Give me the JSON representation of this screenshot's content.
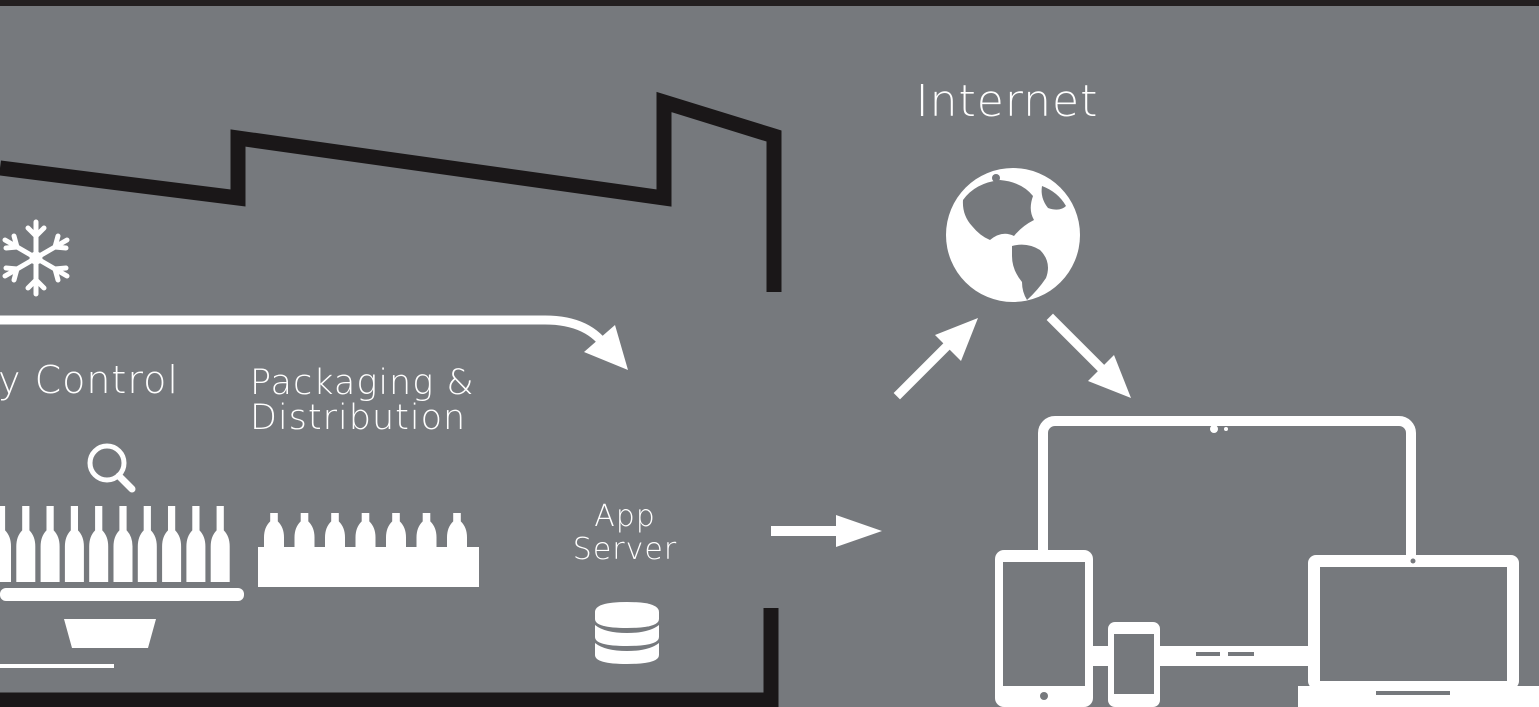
{
  "labels": {
    "internet": "Internet",
    "quality_control": "y Control",
    "packaging_line1": "Packaging &",
    "packaging_line2": "Distribution",
    "app_server_line1": "App",
    "app_server_line2": "Server"
  },
  "colors": {
    "background": "#76797d",
    "top_bar": "#231f20",
    "factory_outline": "#1a1718",
    "foreground": "#ffffff"
  },
  "icons": [
    "snowflake-icon",
    "magnifier-icon",
    "database-icon",
    "globe-icon",
    "devices-icon"
  ]
}
